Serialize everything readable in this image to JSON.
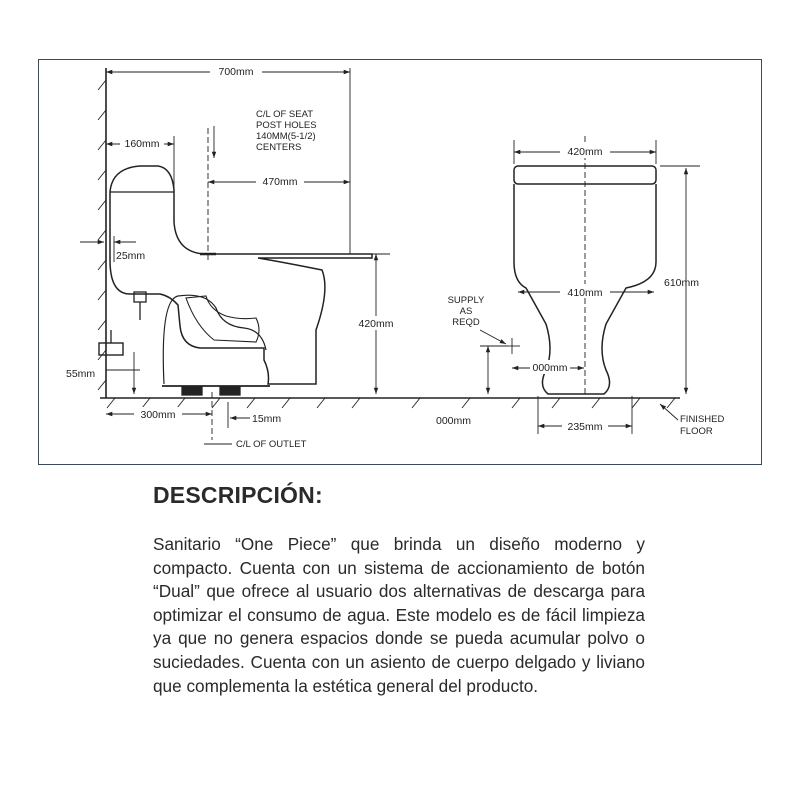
{
  "diagram": {
    "side_view": {
      "overall_depth": "700mm",
      "tank_depth": "160mm",
      "seat_post_note": [
        "C/L OF SEAT",
        "POST HOLES",
        "140MM(5-1/2)",
        "CENTERS"
      ],
      "post_to_front": "470mm",
      "wall_to_supply": "25mm",
      "seat_height": "420mm",
      "supply_height": "55mm",
      "wall_to_outlet": "300mm",
      "outlet_offset": "15mm",
      "outlet_note": "C/L OF OUTLET"
    },
    "front_view": {
      "tank_width": "420mm",
      "bowl_width": "410mm",
      "overall_height": "610mm",
      "supply_note": [
        "SUPPLY",
        "AS",
        "REQD"
      ],
      "supply_offset": "000mm",
      "supply_height": "000mm",
      "base_width": "235mm",
      "floor_note": [
        "FINISHED",
        "FLOOR"
      ]
    }
  },
  "description": {
    "heading": "DESCRIPCIÓN:",
    "body": "Sanitario “One Piece” que brinda un diseño moderno y compacto. Cuenta con un sistema de accionamiento de botón “Dual” que ofrece al usuario dos alternativas de descarga para optimizar el consumo de agua. Este modelo es de fácil limpieza ya que no genera espacios donde se pueda acumular polvo o suciedades. Cuenta con un asiento de cuerpo delgado y liviano que complementa la estética general del producto."
  }
}
